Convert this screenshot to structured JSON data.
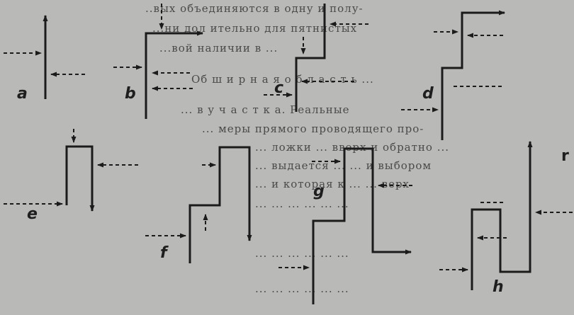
{
  "figure": {
    "panels": [
      {
        "id": "a",
        "label": "a"
      },
      {
        "id": "b",
        "label": "b"
      },
      {
        "id": "c",
        "label": "c"
      },
      {
        "id": "d",
        "label": "d"
      },
      {
        "id": "e",
        "label": "e"
      },
      {
        "id": "f",
        "label": "f"
      },
      {
        "id": "g",
        "label": "g"
      },
      {
        "id": "h",
        "label": "h"
      }
    ],
    "edge_label": "r"
  },
  "background_text": {
    "lines": [
      "..вых объединяются в одну и полу-",
      "...ни дол ительно для пятнистых",
      "...вой наличии в ...",
      "Об ш и р н а я  о б л а с т ь ...",
      "... в у  ч а с т к а. Реальные",
      "... меры прямого проводящего про-",
      "... ложки ... вверх и обратно ...",
      "... выдается ... ... и выбором",
      "... и которая к ... ... верх",
      "... ... ... ... ... ...",
      "... ... ... ... ... ...",
      "... ... ... ... ... ..."
    ]
  }
}
